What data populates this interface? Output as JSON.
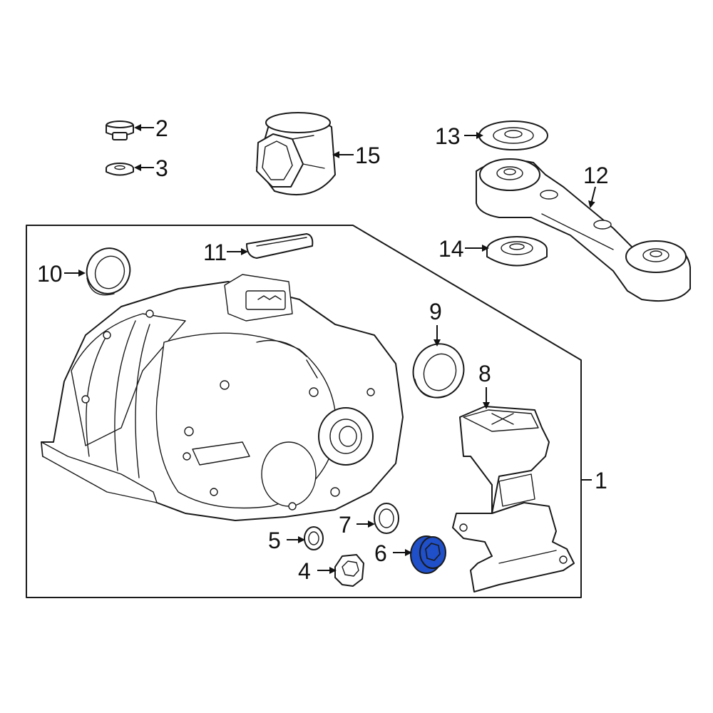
{
  "diagram": {
    "highlight_color": "#1f4fc9",
    "callouts": {
      "c1": "1",
      "c2": "2",
      "c3": "3",
      "c4": "4",
      "c5": "5",
      "c6": "6",
      "c7": "7",
      "c8": "8",
      "c9": "9",
      "c10": "10",
      "c11": "11",
      "c12": "12",
      "c13": "13",
      "c14": "14",
      "c15": "15"
    },
    "highlighted_part": "6"
  }
}
